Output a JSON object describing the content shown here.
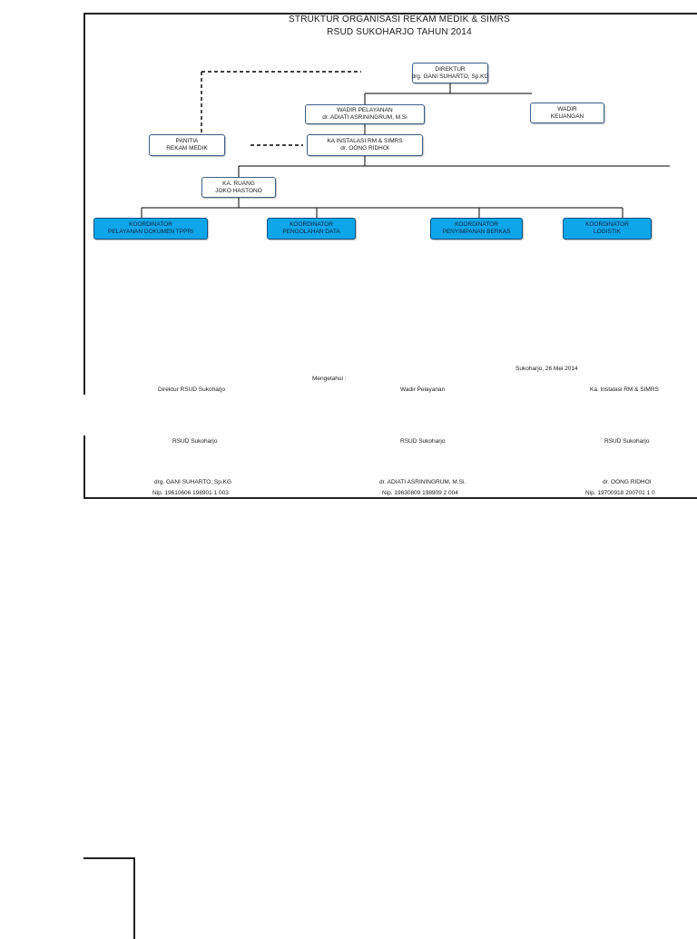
{
  "title": {
    "line1": "STRUKTUR ORGANISASI REKAM MEDIK & SIMRS",
    "line2": "RSUD SUKOHARJO TAHUN 2014"
  },
  "nodes": {
    "direktur": {
      "title": "DIREKTUR",
      "name": "drg. GANI SUHARTO, Sp.KG"
    },
    "wadir_pelayanan": {
      "title": "WADIR  PELAYANAN",
      "name": "dr. ADIATI ASRININGRUM, M.Si"
    },
    "wadir_keuangan": {
      "title": "WADIR",
      "name": "KEUANGAN"
    },
    "panitia": {
      "title": "PANITIA",
      "name": "REKAM MEDIK"
    },
    "ka_instalasi": {
      "title": "KA INSTALASI RM & SIMRS",
      "name": "dr. OONG RIDHOI"
    },
    "ka_ruang": {
      "title": "KA. RUANG",
      "name": "JOKO HASTONO"
    },
    "koordinator": [
      {
        "title": "KOORDINATOR",
        "name": "PELAYANAN DOKUMEN TPPRI"
      },
      {
        "title": "KOORDINATOR",
        "name": "PENGOLAHAN DATA"
      },
      {
        "title": "KOORDINATOR",
        "name": "PENYIMPANAN BERKAS"
      },
      {
        "title": "KOORDINATOR",
        "name": "LOGISTIK"
      }
    ]
  },
  "signatures": {
    "place_date": "Sukoharjo, 26 Mei 2014",
    "mengetahui": "Mengetahui :",
    "columns": [
      {
        "role": "Direktur RSUD Sukoharjo",
        "org": "RSUD Sukoharjo",
        "name": "drg. GANI SUHARTO, Sp.KG",
        "nip": "Nip. 19610606 198901 1 003"
      },
      {
        "role": "Wadir Pelayanan",
        "org": "RSUD Sukoharjo",
        "name": "dr. ADIATI ASRININGRUM, M.Si.",
        "nip": "Nip. 19630809 198909 2 004"
      },
      {
        "role": "Ka. Instalasi RM & SIMRS",
        "org": "RSUD Sukoharjo",
        "name": "dr. OONG RIDHOI",
        "nip": "Nip. 19700918 200701 1 0"
      }
    ]
  },
  "colors": {
    "box_border": "#3d5e85",
    "coordinator_fill": "#0ea5e9"
  }
}
